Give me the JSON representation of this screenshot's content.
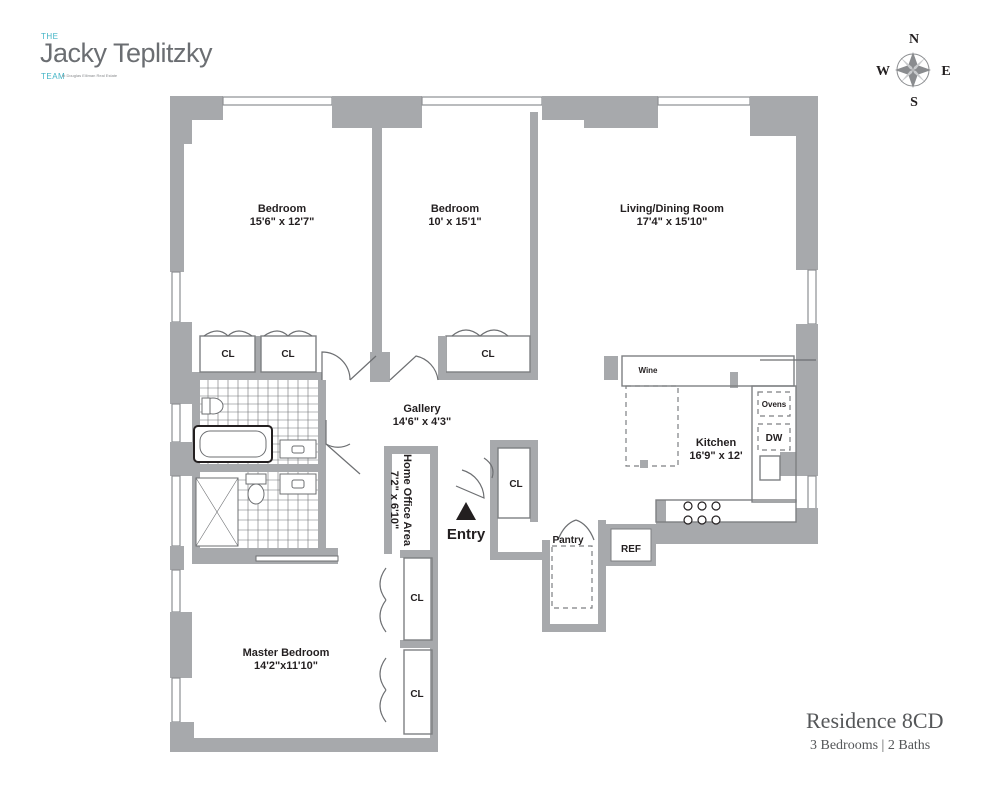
{
  "brand": {
    "the": "THE",
    "name": "Jacky Teplitzky",
    "team": "TEAM",
    "affiliation": "at Douglas Elliman Real Estate"
  },
  "compass": {
    "n": "N",
    "s": "S",
    "e": "E",
    "w": "W"
  },
  "rooms": {
    "bedroom1": {
      "name": "Bedroom",
      "dims": "15'6\" x 12'7\""
    },
    "bedroom2": {
      "name": "Bedroom",
      "dims": "10' x 15'1\""
    },
    "living": {
      "name": "Living/Dining Room",
      "dims": "17'4\" x 15'10\""
    },
    "gallery": {
      "name": "Gallery",
      "dims": "14'6\" x 4'3\""
    },
    "kitchen": {
      "name": "Kitchen",
      "dims": "16'9\" x 12'"
    },
    "office": {
      "name": "Home Office Area",
      "dims": "7'2\" x 6'10\""
    },
    "master": {
      "name": "Master Bedroom",
      "dims": "14'2\"x11'10\""
    }
  },
  "labels": {
    "cl": "CL",
    "wine": "Wine",
    "ovens": "Ovens",
    "dw": "DW",
    "ref": "REF",
    "pantry": "Pantry",
    "entry": "Entry"
  },
  "residence": {
    "title": "Residence 8CD",
    "subtitle": "3 Bedrooms | 2 Baths"
  }
}
